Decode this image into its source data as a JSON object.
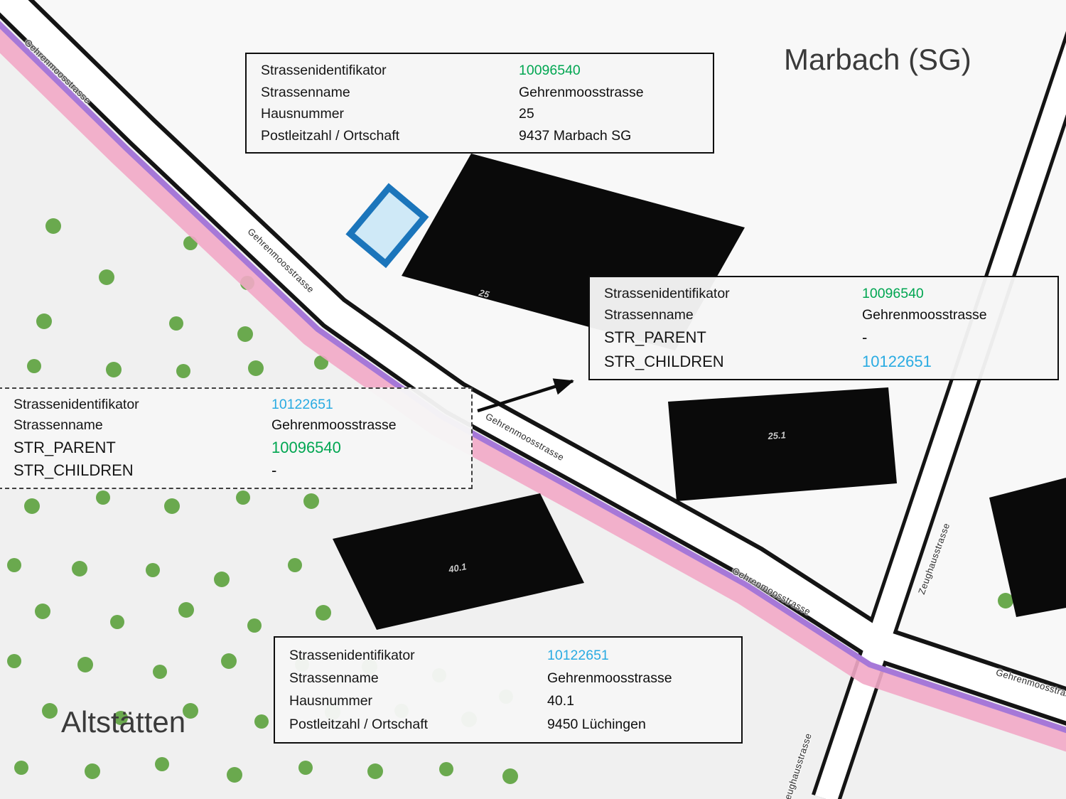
{
  "colors": {
    "green_id": "#00a651",
    "blue_id": "#29abe2",
    "text": "#1a1a1a",
    "boundary_pink": "#f2a9c6",
    "boundary_purple": "#a678d8",
    "selected_building_blue": "#1b75bb"
  },
  "region_labels": {
    "marbach": "Marbach (SG)",
    "altstaetten": "Altstätten"
  },
  "street_labels": {
    "gehrenmoosstrasse": "Gehrenmoosstrasse",
    "zeughausstrasse": "Zeughausstrasse"
  },
  "building_labels": {
    "b25": "25",
    "b25_1": "25.1",
    "b40_1": "40.1"
  },
  "info_boxes": {
    "house25": {
      "rows": [
        {
          "label": "Strassenidentifikator",
          "value": "10096540"
        },
        {
          "label": "Strassenname",
          "value": "Gehrenmoosstrasse"
        },
        {
          "label": "Hausnummer",
          "value": "25"
        },
        {
          "label": "Postleitzahl / Ortschaft",
          "value": "9437 Marbach SG"
        }
      ]
    },
    "parent_street": {
      "rows": [
        {
          "label": "Strassenidentifikator",
          "value": "10096540"
        },
        {
          "label": "Strassenname",
          "value": "Gehrenmoosstrasse"
        },
        {
          "label": "STR_PARENT",
          "value": "-"
        },
        {
          "label": "STR_CHILDREN",
          "value": "10122651"
        }
      ]
    },
    "child_street": {
      "rows": [
        {
          "label": "Strassenidentifikator",
          "value": "10122651"
        },
        {
          "label": "Strassenname",
          "value": "Gehrenmoosstrasse"
        },
        {
          "label": "STR_PARENT",
          "value": "10096540"
        },
        {
          "label": "STR_CHILDREN",
          "value": "-"
        }
      ]
    },
    "house40": {
      "rows": [
        {
          "label": "Strassenidentifikator",
          "value": "10122651"
        },
        {
          "label": "Strassenname",
          "value": "Gehrenmoosstrasse"
        },
        {
          "label": "Hausnummer",
          "value": "40.1"
        },
        {
          "label": "Postleitzahl / Ortschaft",
          "value": "9450 Lüchingen"
        }
      ]
    }
  }
}
